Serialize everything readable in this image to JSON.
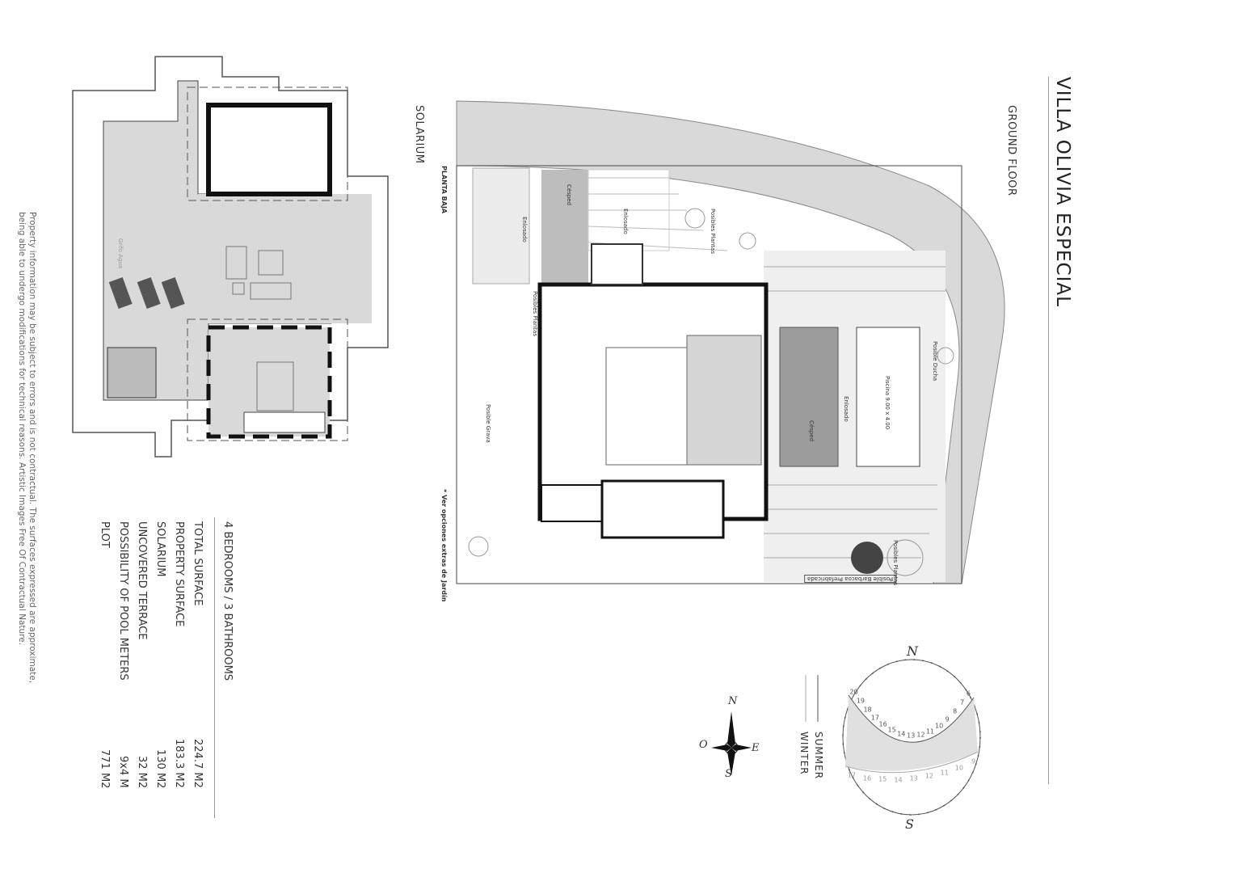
{
  "title": "VILLA OLIVIA ESPECIAL",
  "ground_floor_label": "GROUND FLOOR",
  "solarium_label": "SOLARIUM",
  "planta_baja_label": "PLANTA BAJA",
  "disclaimer": [
    "Property information may be subject to errors and is not contractual. The surfaces expressed are approximate,",
    "being able to undergo modifications for technical reasons. Artistic Images Free Of Contractual Nature."
  ],
  "specs": {
    "heading": "4 BEDROOMS / 3 BATHROOMS",
    "rows": [
      {
        "label": "TOTAL SURFACE",
        "value": "224.7 M2"
      },
      {
        "label": "PROPERTY SURFACE",
        "value": "183.3 M2"
      },
      {
        "label": "SOLARIUM",
        "value": "130 M2"
      },
      {
        "label": "UNCOVERED TERRACE",
        "value": "32 M2"
      },
      {
        "label": "POSSIBILITY OF POOL METERS",
        "value": "9x4 M"
      },
      {
        "label": "PLOT",
        "value": "771 M2"
      }
    ]
  },
  "plan_labels": {
    "enlosado": "Enlosado",
    "cesped": "Césped",
    "posibles_plantas": "Posibles Plantas",
    "posible_grava": "Posible Grava",
    "piscina": "Piscina 9.00 x 4.00",
    "posible_ducha": "Posible Ducha",
    "barbacoa": "Posible Barbacoa Prefabricada",
    "jardin_note": "* Ver opciones extras de Jardín",
    "grifo_agua": "Grifo Agua"
  },
  "compass": {
    "n": "N",
    "s": "S",
    "e": "E",
    "o": "O"
  },
  "sun_path": {
    "north": "N",
    "south": "S",
    "legend": {
      "summer": "SUMMER",
      "winter": "WINTER"
    },
    "summer_hours": [
      "6",
      "7",
      "8",
      "9",
      "10",
      "11",
      "12",
      "13",
      "14",
      "15",
      "16",
      "17",
      "18",
      "19",
      "20"
    ],
    "winter_hours": [
      "9",
      "10",
      "11",
      "12",
      "13",
      "14",
      "15",
      "16",
      "17"
    ]
  }
}
